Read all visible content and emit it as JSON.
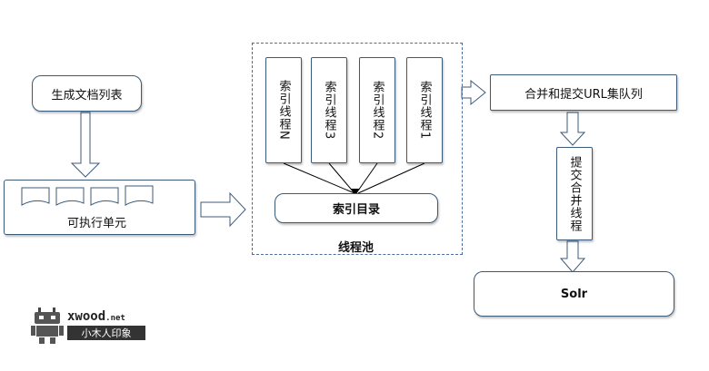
{
  "nodes": {
    "generate_list": "生成文档列表",
    "executable_unit": "可执行单元",
    "thread_pool": "线程池",
    "index_threads": [
      "索引线程N",
      "索引线程3",
      "索引线程2",
      "索引线程1"
    ],
    "index_dir": "索引目录",
    "merge_queue": "合并和提交URL集队列",
    "commit_thread": "提交合并线程",
    "solr": "Solr"
  },
  "logo": {
    "main": "xwood",
    "suffix": ".net",
    "sub": "小木人印象"
  },
  "colors": {
    "border": "#3c5a7a",
    "dashed": "#4a6da0"
  }
}
